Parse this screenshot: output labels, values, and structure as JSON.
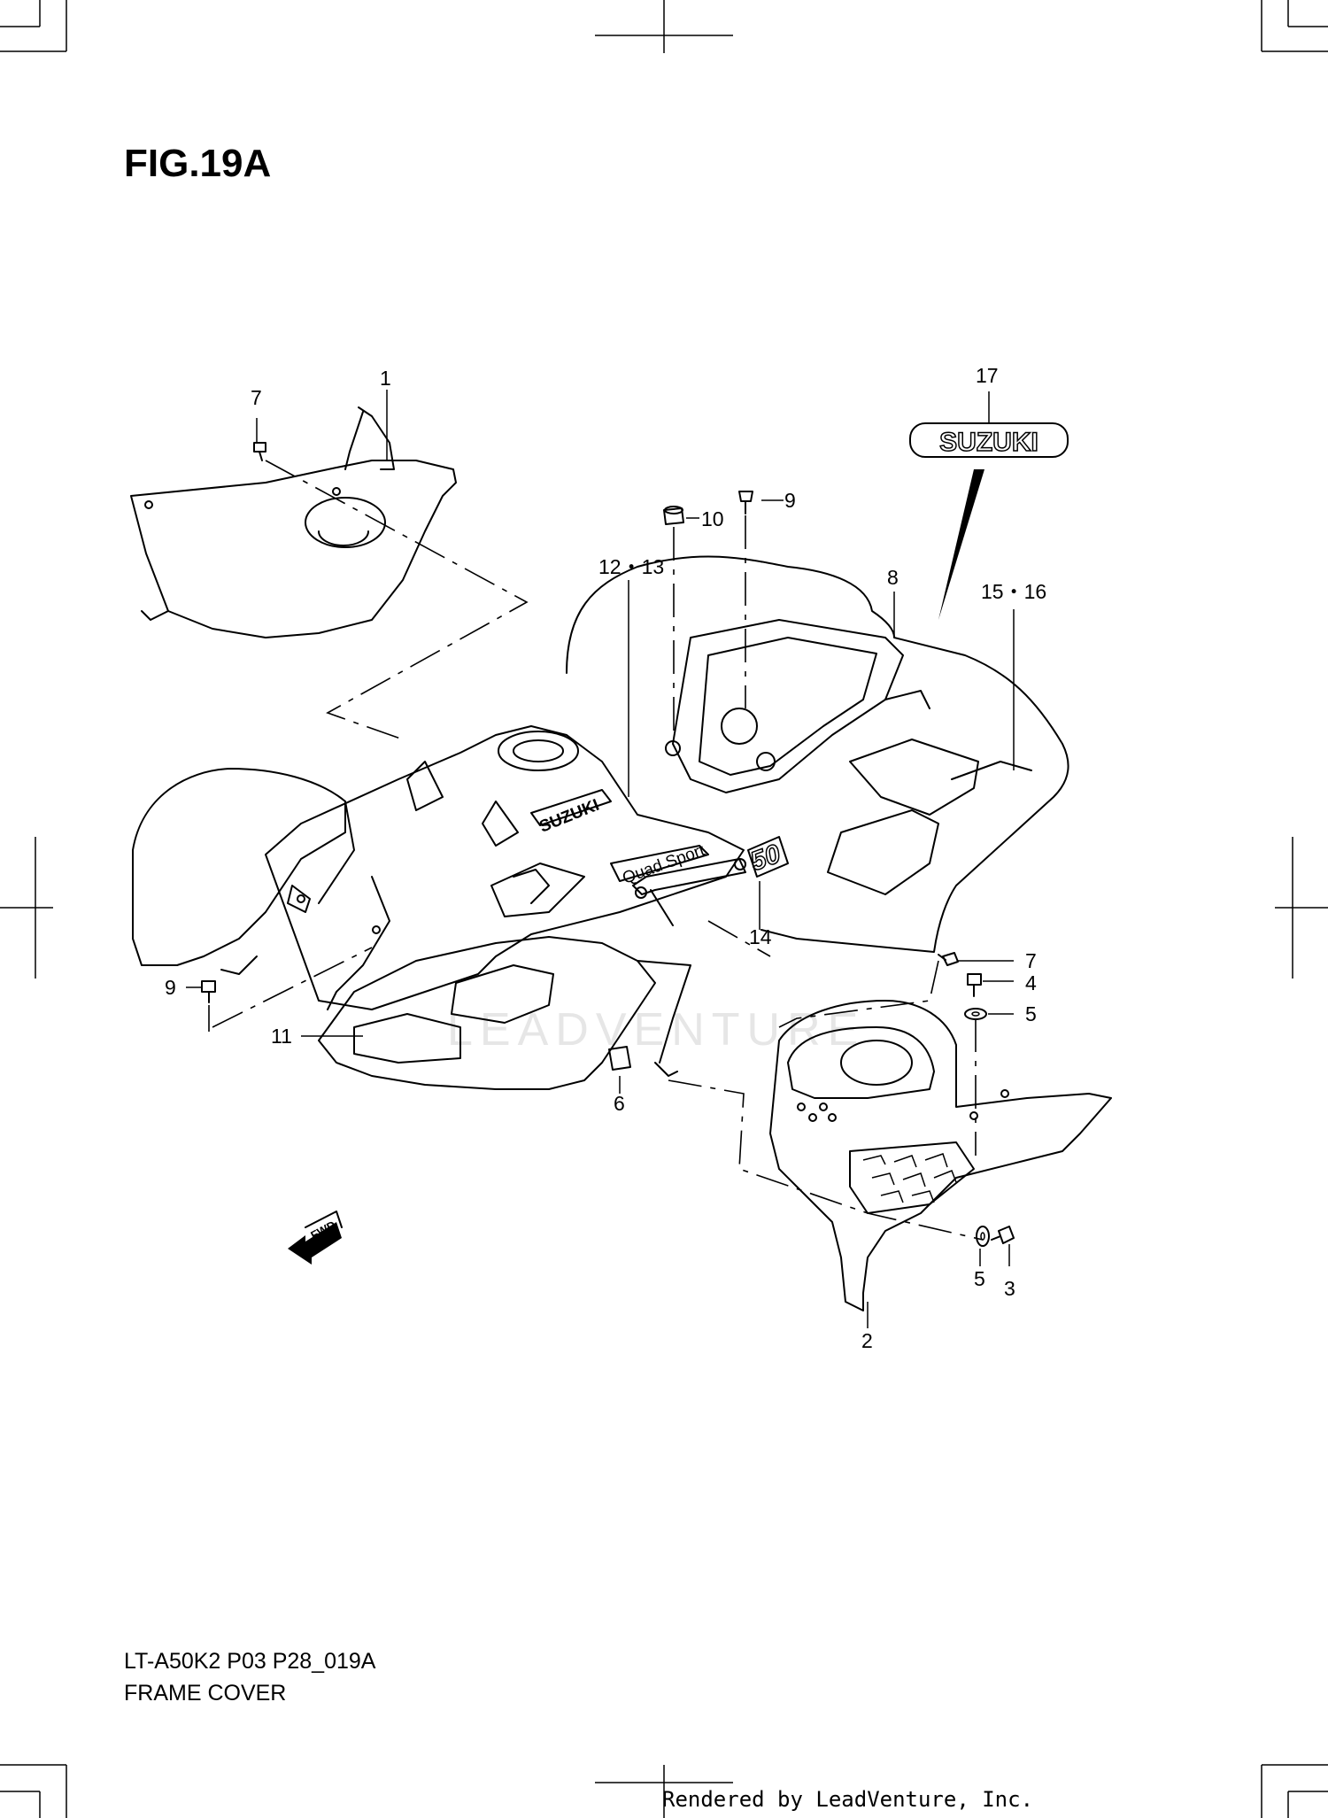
{
  "figure": {
    "title": "FIG.19A",
    "model_code": "LT-A50K2 P03 P28_019A",
    "caption": "FRAME COVER",
    "footer": "Rendered by LeadVenture, Inc.",
    "watermark": "LEADVENTURE"
  },
  "decals": {
    "brand_emblem": "SUZUKI",
    "tank_decal": "SUZUKI",
    "model_text": "Quad Sport",
    "number_decal": "50",
    "direction_arrow": "FWD"
  },
  "callouts": [
    {
      "id": "c1",
      "label": "1"
    },
    {
      "id": "c7a",
      "label": "7"
    },
    {
      "id": "c17",
      "label": "17"
    },
    {
      "id": "c9a",
      "label": "9"
    },
    {
      "id": "c10",
      "label": "10"
    },
    {
      "id": "c12",
      "label": "12・13"
    },
    {
      "id": "c8",
      "label": "8"
    },
    {
      "id": "c15",
      "label": "15・16"
    },
    {
      "id": "c14",
      "label": "14"
    },
    {
      "id": "c7b",
      "label": "7"
    },
    {
      "id": "c4",
      "label": "4"
    },
    {
      "id": "c5a",
      "label": "5"
    },
    {
      "id": "c9b",
      "label": "9"
    },
    {
      "id": "c11",
      "label": "11"
    },
    {
      "id": "c6",
      "label": "6"
    },
    {
      "id": "c5b",
      "label": "5"
    },
    {
      "id": "c3",
      "label": "3"
    },
    {
      "id": "c2",
      "label": "2"
    }
  ],
  "colors": {
    "line": "#000000",
    "background": "#ffffff",
    "watermark": "#e6e6e6"
  }
}
